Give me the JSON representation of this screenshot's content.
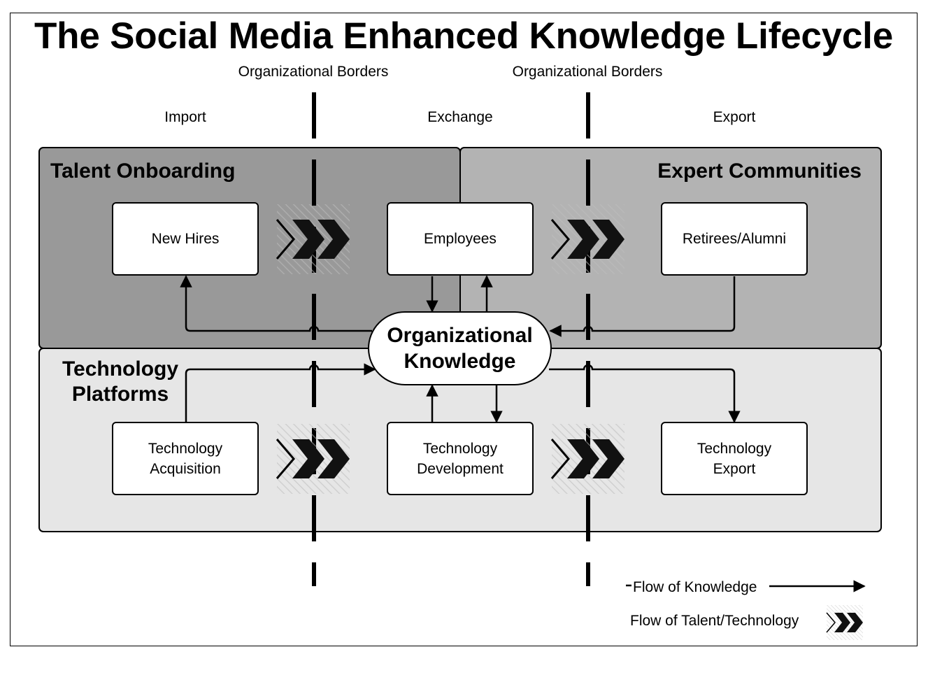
{
  "title": "The Social Media Enhanced Knowledge Lifecycle",
  "borders": {
    "left_label": "Organizational Borders",
    "right_label": "Organizational Borders"
  },
  "phases": {
    "import": "Import",
    "exchange": "Exchange",
    "export": "Export"
  },
  "regions": {
    "talent_onboarding": "Talent Onboarding",
    "expert_communities": "Expert Communities",
    "technology_platforms": "Technology\nPlatforms"
  },
  "nodes": {
    "new_hires": "New Hires",
    "employees": "Employees",
    "retirees": "Retirees/Alumni",
    "tech_acquisition": "Technology\nAcquisition",
    "tech_development": "Technology\nDevelopment",
    "tech_export": "Technology\nExport",
    "org_knowledge": "Organizational\nKnowledge"
  },
  "legend": {
    "knowledge": "Flow of Knowledge",
    "talent": "Flow of Talent/Technology"
  },
  "colors": {
    "talent_onboarding_fill": "#999999",
    "expert_communities_fill": "#b3b3b3",
    "technology_platforms_fill": "#e6e6e6"
  }
}
